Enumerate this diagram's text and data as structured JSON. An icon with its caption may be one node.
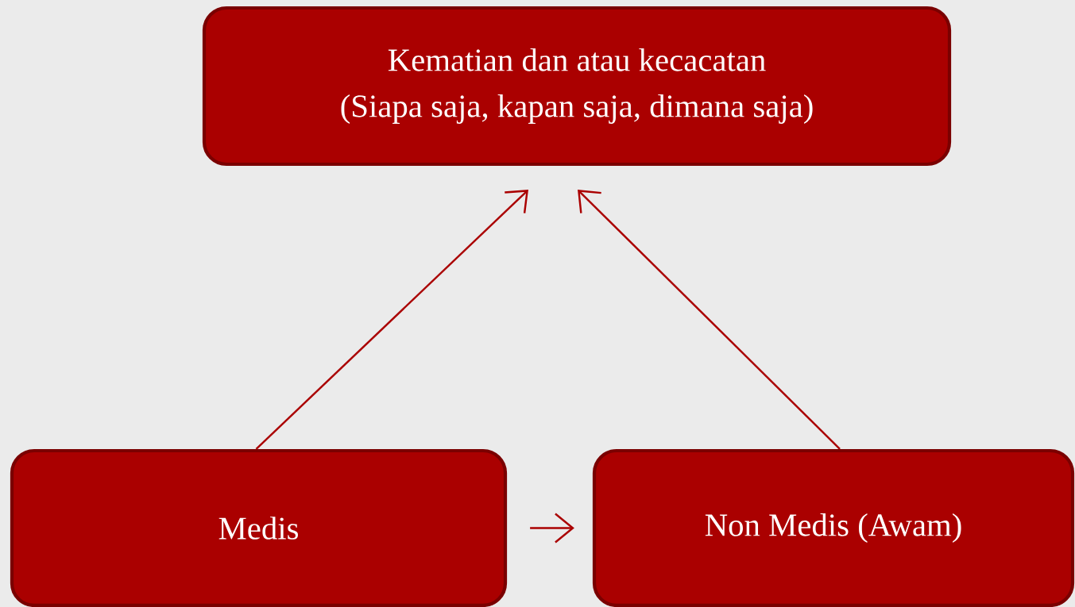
{
  "diagram": {
    "nodes": [
      {
        "text": [
          "Kematian dan atau kecacatan",
          "(Siapa saja, kapan saja, dimana saja)"
        ]
      },
      {
        "text": [
          "Medis"
        ]
      },
      {
        "text": [
          "Non Medis (Awam)"
        ]
      }
    ],
    "edges": [
      {
        "from": 1,
        "to": 0,
        "arrow": "to"
      },
      {
        "from": 2,
        "to": 0,
        "arrow": "to"
      },
      {
        "from": 1,
        "to": 2,
        "arrow": "to"
      }
    ]
  }
}
